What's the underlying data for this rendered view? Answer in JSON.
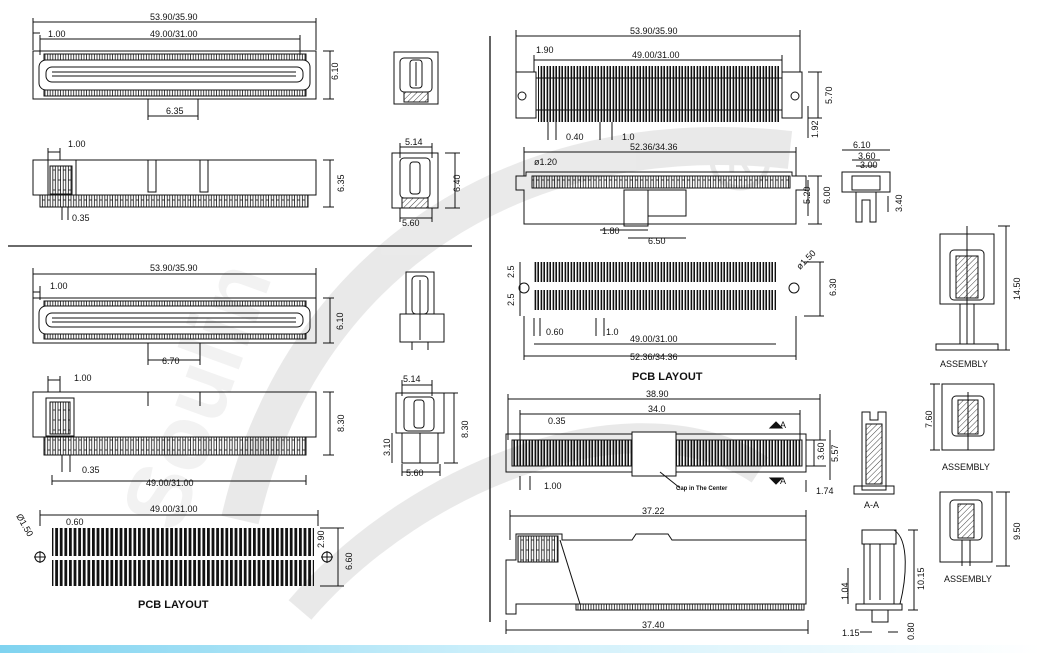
{
  "labels": {
    "pcb_layout_right": "PCB LAYOUT",
    "pcb_layout_left": "PCB LAYOUT",
    "assembly_1": "ASSEMBLY",
    "assembly_2": "ASSEMBLY",
    "assembly_3": "ASSEMBLY",
    "cap_center": "Cap in The Center",
    "section_aa": "A-A",
    "section_a": "A"
  },
  "dims": {
    "tl_width": "53.90/35.90",
    "tl_inner": "49.00/31.00",
    "tl_edge": "1.00",
    "tl_h": "6.10",
    "tl_pitch": "6.35",
    "tl2_edge": "1.00",
    "tl2_h": "6.35",
    "tl2_pin": "0.35",
    "tl_side_w": "5.14",
    "tl_side_h": "6.40",
    "tl_side_b": "5.60",
    "ml_width": "53.90/35.90",
    "ml_edge": "1.00",
    "ml_h": "6.10",
    "ml_pitch": "6.70",
    "ml2_edge": "1.00",
    "ml2_h": "8.30",
    "ml2_pin": "0.35",
    "ml2_inner": "49.00/31.00",
    "ml_side_w": "5.14",
    "ml_side_h": "8.30",
    "ml_side_h2": "3.10",
    "ml_side_b": "5.60",
    "pcbl_inner": "49.00/31.00",
    "pcbl_pad": "0.60",
    "pcbl_hole": "Ø1.50",
    "pcbl_h1": "2.90",
    "pcbl_h2": "6.60",
    "tr_width": "53.90/35.90",
    "tr_inner": "49.00/31.00",
    "tr_edge": "1.90",
    "tr_h": "5.70",
    "tr_h2": "1.92",
    "tr_p1": "0.40",
    "tr_p2": "1.0",
    "tr2_w": "52.36/34.36",
    "tr2_hole": "ø1.20",
    "tr2_h1": "5.20",
    "tr2_h2": "6.00",
    "tr2_b1": "1.80",
    "tr2_b2": "6.50",
    "trs_w": "6.10",
    "trs_w2": "3.60",
    "trs_w3": "3.00",
    "trs_h": "3.40",
    "pr_v1": "2.5",
    "pr_v2": "2.5",
    "pr_hole": "ø1.50",
    "pr_h": "6.30",
    "pr_pad": "0.60",
    "pr_pitch": "1.0",
    "pr_inner": "49.00/31.00",
    "pr_outer": "52.36/34.36",
    "asm_h1": "14.50",
    "asm_h2": "7.60",
    "asm_h3": "9.50",
    "br_w": "38.90",
    "br_w2": "34.0",
    "br_p": "0.35",
    "br_h1": "3.60",
    "br_h2": "5.57",
    "br_e": "1.00",
    "br_e2": "1.74",
    "br2_w1": "37.22",
    "br2_w2": "37.40",
    "brs_h1": "1.04",
    "brs_h2": "10.15",
    "brs_b1": "1.15",
    "brs_b2": "0.80"
  }
}
